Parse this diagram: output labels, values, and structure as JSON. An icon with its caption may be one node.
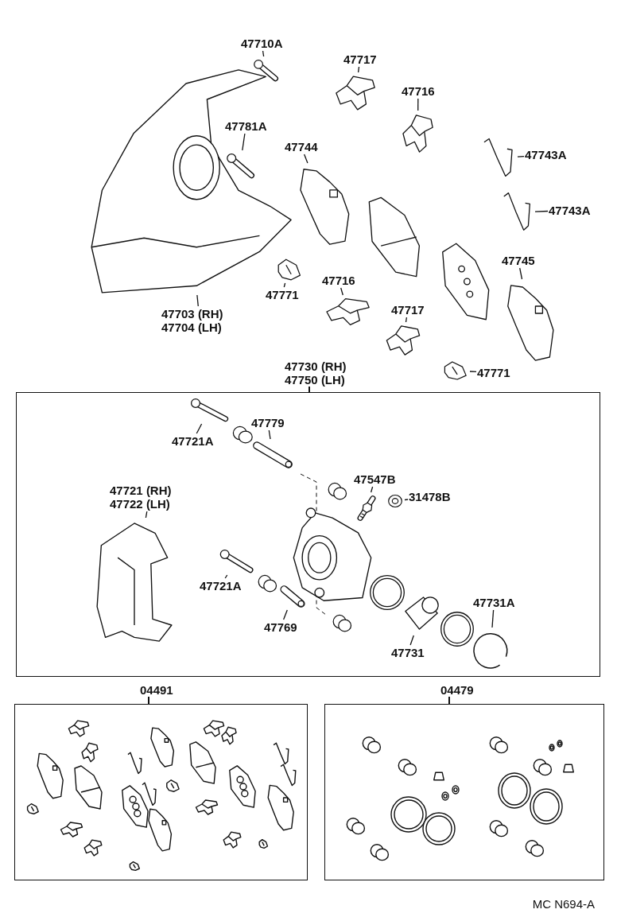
{
  "diagram": {
    "nodes": [
      {
        "text": [
          "47710A"
        ]
      },
      {
        "text": [],
        "shape": "picture"
      },
      {
        "text": [
          "47717"
        ]
      },
      {
        "text": [],
        "shape": "picture"
      },
      {
        "text": [
          "47716"
        ]
      },
      {
        "text": [],
        "shape": "picture"
      },
      {
        "text": [
          "47781A"
        ]
      },
      {
        "text": [],
        "shape": "picture"
      },
      {
        "text": [
          "47744"
        ]
      },
      {
        "text": [],
        "shape": "picture"
      },
      {
        "text": [
          "47743A"
        ]
      },
      {
        "text": [],
        "shape": "picture"
      },
      {
        "text": [
          "47743A"
        ]
      },
      {
        "text": [],
        "shape": "picture"
      },
      {
        "text": [
          "47703 (RH) 47704 (LH)"
        ]
      },
      {
        "text": [],
        "shape": "picture"
      },
      {
        "text": [
          "47771"
        ]
      },
      {
        "text": [],
        "shape": "picture"
      },
      {
        "text": [
          "47716"
        ]
      },
      {
        "text": [],
        "shape": "picture"
      },
      {
        "text": [
          "47745"
        ]
      },
      {
        "text": [],
        "shape": "picture"
      },
      {
        "text": [
          "47717"
        ]
      },
      {
        "text": [],
        "shape": "picture"
      },
      {
        "text": [
          "47771"
        ]
      },
      {
        "text": [],
        "shape": "picture"
      },
      {
        "text": [
          "47730 (RH) 47750 (LH)"
        ]
      },
      {
        "text": [
          "47721A"
        ],
        "in": 26
      },
      {
        "text": [],
        "shape": "picture",
        "in": 26
      },
      {
        "text": [
          "47779"
        ],
        "in": 26
      },
      {
        "text": [],
        "shape": "picture",
        "in": 26
      },
      {
        "text": [
          "47547B"
        ],
        "in": 26
      },
      {
        "text": [],
        "shape": "picture",
        "in": 26
      },
      {
        "text": [
          "31478B"
        ],
        "in": 26
      },
      {
        "text": [],
        "shape": "picture",
        "in": 26
      },
      {
        "text": [
          "47721 (RH) 47722 (LH)"
        ],
        "in": 26
      },
      {
        "text": [],
        "shape": "picture",
        "in": 26
      },
      {
        "text": [
          "47721A"
        ],
        "in": 26
      },
      {
        "text": [],
        "shape": "picture",
        "in": 26
      },
      {
        "text": [
          "47769"
        ],
        "in": 26
      },
      {
        "text": [],
        "shape": "picture",
        "in": 26
      },
      {
        "text": [
          "47731"
        ],
        "in": 26
      },
      {
        "text": [],
        "shape": "picture",
        "in": 26
      },
      {
        "text": [
          "47731A"
        ],
        "in": 26
      },
      {
        "text": [],
        "shape": "picture",
        "in": 26
      },
      {
        "text": [
          "04491"
        ]
      },
      {
        "text": [
          "04479"
        ]
      }
    ],
    "edges": [
      {
        "from": 0,
        "to": 1,
        "arrow": "none"
      },
      {
        "from": 2,
        "to": 3,
        "arrow": "none"
      },
      {
        "from": 4,
        "to": 5,
        "arrow": "none"
      },
      {
        "from": 6,
        "to": 7,
        "arrow": "none"
      },
      {
        "from": 8,
        "to": 9,
        "arrow": "none"
      },
      {
        "from": 10,
        "to": 11,
        "arrow": "none"
      },
      {
        "from": 12,
        "to": 13,
        "arrow": "none"
      },
      {
        "from": 14,
        "to": 15,
        "arrow": "none"
      },
      {
        "from": 16,
        "to": 17,
        "arrow": "none"
      },
      {
        "from": 18,
        "to": 19,
        "arrow": "none"
      },
      {
        "from": 20,
        "to": 21,
        "arrow": "none"
      },
      {
        "from": 22,
        "to": 23,
        "arrow": "none"
      },
      {
        "from": 24,
        "to": 25,
        "arrow": "none"
      },
      {
        "from": 27,
        "to": 28,
        "arrow": "none"
      },
      {
        "from": 29,
        "to": 30,
        "arrow": "none"
      },
      {
        "from": 31,
        "to": 32,
        "arrow": "none"
      },
      {
        "from": 33,
        "to": 34,
        "arrow": "none"
      },
      {
        "from": 35,
        "to": 36,
        "arrow": "none"
      },
      {
        "from": 37,
        "to": 38,
        "arrow": "none"
      },
      {
        "from": 39,
        "to": 40,
        "arrow": "none"
      },
      {
        "from": 41,
        "to": 42,
        "arrow": "none"
      },
      {
        "from": 43,
        "to": 44,
        "arrow": "none"
      }
    ],
    "labels": [
      "MC N694-A"
    ]
  }
}
